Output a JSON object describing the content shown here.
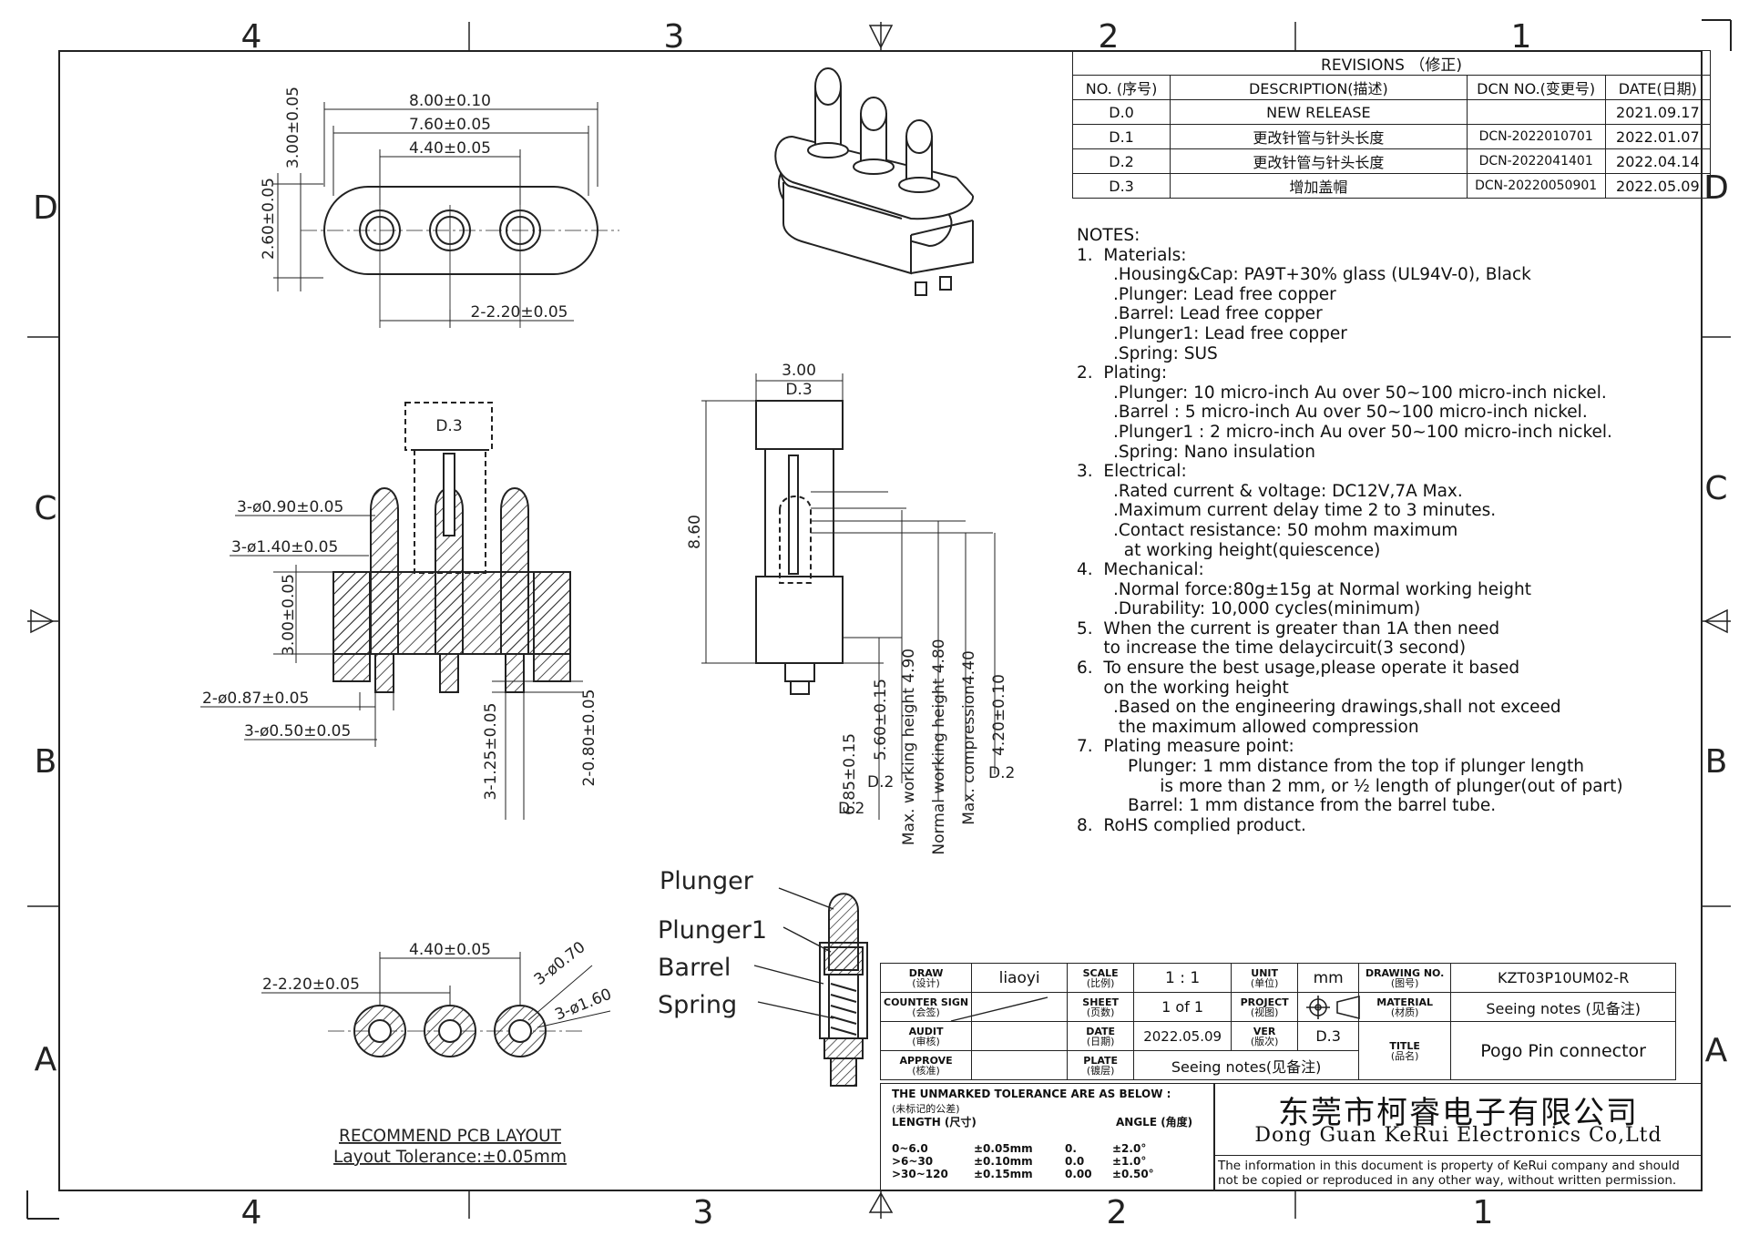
{
  "border": {
    "cols_top": [
      "4",
      "3",
      "2",
      "1"
    ],
    "cols_bottom": [
      "4",
      "3",
      "2",
      "1"
    ],
    "rows_left": [
      "D",
      "C",
      "B",
      "A"
    ],
    "rows_right": [
      "D",
      "C",
      "B",
      "A"
    ]
  },
  "revisions": {
    "title": "REVISIONS （修正)",
    "headers": [
      "NO. (序号)",
      "DESCRIPTION(描述)",
      "DCN NO.(变更号)",
      "DATE(日期)"
    ],
    "rows": [
      [
        "D.0",
        "NEW RELEASE",
        "",
        "2021.09.17"
      ],
      [
        "D.1",
        "更改针管与针头长度",
        "DCN-2022010701",
        "2022.01.07"
      ],
      [
        "D.2",
        "更改针管与针头长度",
        "DCN-2022041401",
        "2022.04.14"
      ],
      [
        "D.3",
        "增加盖帽",
        "DCN-20220050901",
        "2022.05.09"
      ]
    ]
  },
  "notes": [
    {
      "c": "h",
      "t": "NOTES:"
    },
    {
      "c": "h",
      "t": "1.  Materials:"
    },
    {
      "c": "s",
      "t": ".Housing&Cap: PA9T+30% glass (UL94V-0), Black"
    },
    {
      "c": "s",
      "t": ".Plunger: Lead free copper"
    },
    {
      "c": "s",
      "t": ".Barrel: Lead free copper"
    },
    {
      "c": "s",
      "t": ".Plunger1: Lead free copper"
    },
    {
      "c": "s",
      "t": ".Spring: SUS"
    },
    {
      "c": "h",
      "t": "2.  Plating:"
    },
    {
      "c": "s",
      "t": ".Plunger: 10 micro-inch Au over 50~100 micro-inch nickel."
    },
    {
      "c": "s",
      "t": ".Barrel : 5 micro-inch Au over 50~100 micro-inch nickel."
    },
    {
      "c": "s",
      "t": ".Plunger1 : 2 micro-inch Au over 50~100 micro-inch nickel."
    },
    {
      "c": "s",
      "t": ".Spring: Nano insulation"
    },
    {
      "c": "h",
      "t": "3.  Electrical:"
    },
    {
      "c": "s",
      "t": ".Rated current & voltage: DC12V,7A Max."
    },
    {
      "c": "s",
      "t": ".Maximum current delay time 2 to 3 minutes."
    },
    {
      "c": "s",
      "t": ".Contact resistance: 50 mohm maximum"
    },
    {
      "c": "s",
      "t": "  at working height(quiescence)"
    },
    {
      "c": "h",
      "t": "4.  Mechanical:"
    },
    {
      "c": "s",
      "t": ".Normal force:80g±15g at Normal working height"
    },
    {
      "c": "s",
      "t": ".Durability: 10,000 cycles(minimum)"
    },
    {
      "c": "h",
      "t": "5.  When the current is greater than 1A then need"
    },
    {
      "c": "h",
      "t": "     to increase the time delaycircuit(3 second)"
    },
    {
      "c": "h",
      "t": "6.  To ensure the best usage,please operate it based"
    },
    {
      "c": "h",
      "t": "     on the working height"
    },
    {
      "c": "s",
      "t": ".Based on the engineering drawings,shall not exceed"
    },
    {
      "c": "s",
      "t": " the maximum allowed compression"
    },
    {
      "c": "h",
      "t": "7.  Plating measure point:"
    },
    {
      "c": "s2",
      "t": "Plunger: 1 mm distance from the top if plunger length"
    },
    {
      "c": "s2",
      "t": "      is more than 2 mm, or ½ length of plunger(out of part)"
    },
    {
      "c": "s2",
      "t": "Barrel: 1 mm distance from the barrel tube."
    },
    {
      "c": "h",
      "t": "8.  RoHS complied product."
    }
  ],
  "dims": {
    "top_view": [
      "8.00±0.10",
      "7.60±0.05",
      "4.40±0.05",
      "2.60±0.05",
      "3.00±0.05",
      "2-2.20±0.05"
    ],
    "section": [
      "D.3",
      "3-ø0.90±0.05",
      "3-ø1.40±0.05",
      "3.00±0.05",
      "2-ø0.87±0.05",
      "3-ø0.50±0.05",
      "3-1.25±0.05",
      "2-0.80±0.05"
    ],
    "side": [
      "3.00",
      "D.3",
      "8.60",
      "6.85±0.15",
      "D.2",
      "5.60±0.15",
      "D.2",
      "Max. working height 4.90",
      "Normal working height 4.80",
      "Max. compression4.40",
      "4.20±0.10",
      "D.2"
    ],
    "pcb": [
      "4.40±0.05",
      "2-2.20±0.05",
      "3-ø0.70",
      "3-ø1.60"
    ],
    "pcb_caption": [
      "RECOMMEND PCB LAYOUT",
      "Layout Tolerance:±0.05mm"
    ],
    "parts": [
      "Plunger",
      "Plunger1",
      "Barrel",
      "Spring"
    ]
  },
  "titleblock": {
    "draw_label": "DRAW",
    "draw_cn": "(设计)",
    "draw_val": "liaoyi",
    "scale_label": "SCALE",
    "scale_cn": "(比例)",
    "scale_val": "1 : 1",
    "unit_label": "UNIT",
    "unit_cn": "(单位)",
    "unit_val": "mm",
    "dwgno_label": "DRAWING NO.",
    "dwgno_cn": "(图号)",
    "dwgno_val": "KZT03P10UM02-R",
    "counter_label": "COUNTER SIGN",
    "counter_cn": "(会签)",
    "sheet_label": "SHEET",
    "sheet_cn": "(页数)",
    "sheet_val": "1 of 1",
    "project_label": "PROJECT",
    "project_cn": "(视图)",
    "material_label": "MATERIAL",
    "material_cn": "(材质)",
    "material_val": "Seeing notes (见备注)",
    "audit_label": "AUDIT",
    "audit_cn": "(审核)",
    "date_label": "DATE",
    "date_cn": "(日期)",
    "date_val": "2022.05.09",
    "ver_label": "VER",
    "ver_cn": "(版次)",
    "ver_val": "D.3",
    "title_label": "TITLE",
    "title_cn": "(品名)",
    "title_val": "Pogo Pin connector",
    "approve_label": "APPROVE",
    "approve_cn": "(核准)",
    "plate_label": "PLATE",
    "plate_cn": "(镀层)",
    "plate_val": "Seeing notes(见备注)",
    "tol_title": "THE UNMARKED TOLERANCE ARE AS BELOW :",
    "tol_cn": "(未标记的公差)",
    "length_label": "LENGTH (尺寸)",
    "angle_label": "ANGLE (角度)",
    "tol_rows": [
      [
        "0~6.0",
        "±0.05mm",
        "0.",
        "±2.0°"
      ],
      [
        ">6~30",
        "±0.10mm",
        "0.0",
        "±1.0°"
      ],
      [
        ">30~120",
        "±0.15mm",
        "0.00",
        "±0.50°"
      ]
    ],
    "company_cn": "东莞市柯睿电子有限公司",
    "company_en": "Dong Guan KeRui Electronics Co,Ltd",
    "disclaimer1": "The information in this document is property of KeRui company and should",
    "disclaimer2": "not be copied or reproduced in any other way, without written permission."
  }
}
